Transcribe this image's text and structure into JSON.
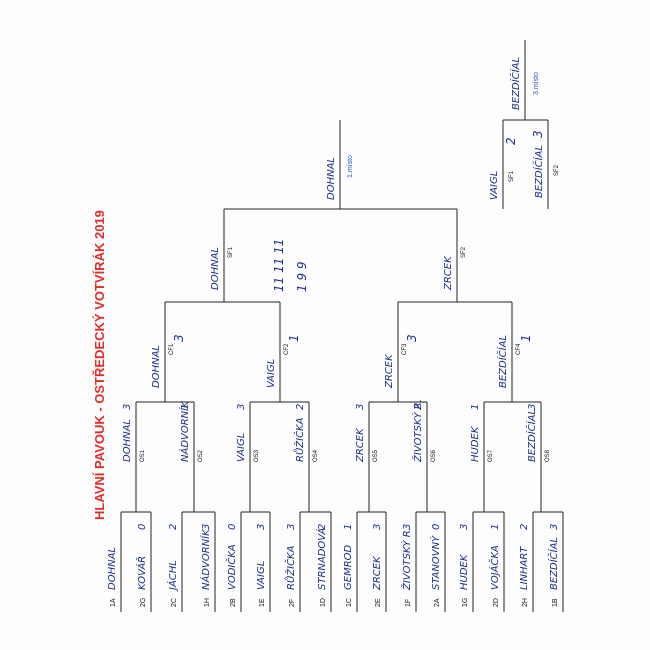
{
  "title": "HLAVNÍ PAVOUK - OSTŘEDECKÝ VOTVÍRÁK 2019",
  "colors": {
    "title": "#e52a2a",
    "place_label": "#2a56c6",
    "handwriting": "#1f2f86",
    "lines": "#222222"
  },
  "first_round": [
    {
      "seed": "1A",
      "name": "DOHNAL",
      "score": ""
    },
    {
      "seed": "2G",
      "name": "KOVÁŘ",
      "score": "0"
    },
    {
      "seed": "2C",
      "name": "JÁCHL",
      "score": "2"
    },
    {
      "seed": "1H",
      "name": "NÁDVORNÍK",
      "score": "3"
    },
    {
      "seed": "2B",
      "name": "VODIČKA",
      "score": "0"
    },
    {
      "seed": "1E",
      "name": "VAIGL",
      "score": "3"
    },
    {
      "seed": "2F",
      "name": "RŮŽIČKA",
      "score": "3"
    },
    {
      "seed": "1D",
      "name": "STRNADOVÁ",
      "score": "2"
    },
    {
      "seed": "1C",
      "name": "GEMROD",
      "score": "1"
    },
    {
      "seed": "2E",
      "name": "ZRCEK",
      "score": "3"
    },
    {
      "seed": "1F",
      "name": "ŽIVOTSKÝ R.",
      "score": "3"
    },
    {
      "seed": "2A",
      "name": "STANOVNÝ",
      "score": "0"
    },
    {
      "seed": "1G",
      "name": "HUDEK",
      "score": "3"
    },
    {
      "seed": "2D",
      "name": "VOJÁČKA",
      "score": "1"
    },
    {
      "seed": "2H",
      "name": "LINHART",
      "score": "2"
    },
    {
      "seed": "1B",
      "name": "BEZDÍČÍAL",
      "score": "3"
    }
  ],
  "octofinals": [
    {
      "code": "OS1",
      "name": "DOHNAL",
      "score": "3"
    },
    {
      "code": "OS2",
      "name": "NÁDVORNÍK",
      "score": "1"
    },
    {
      "code": "OS3",
      "name": "VAIGL",
      "score": "3"
    },
    {
      "code": "OS4",
      "name": "RŮŽIČKA",
      "score": "2"
    },
    {
      "code": "OS5",
      "name": "ZRCEK",
      "score": "3"
    },
    {
      "code": "OS6",
      "name": "ŽIVOTSKÝ R.",
      "score": "2"
    },
    {
      "code": "OS7",
      "name": "HUDEK",
      "score": "1"
    },
    {
      "code": "OS8",
      "name": "BEZDÍČÍAL",
      "score": "3"
    }
  ],
  "quarterfinals": [
    {
      "code": "CF1",
      "name": "DOHNAL",
      "score": "3"
    },
    {
      "code": "CF2",
      "name": "VAIGL",
      "score": "1"
    },
    {
      "code": "CF3",
      "name": "ZRCEK",
      "score": "3"
    },
    {
      "code": "CF4",
      "name": "BEZDÍČÍAL",
      "score": "1"
    }
  ],
  "semifinals": [
    {
      "code": "SF1",
      "name": "DOHNAL",
      "score": "11 11 11"
    },
    {
      "code": "SF2",
      "name": "ZRCEK",
      "score": "1 9 9"
    }
  ],
  "final": {
    "winner": "DOHNAL",
    "place_label": "1.místo"
  },
  "third_place": {
    "top": {
      "code": "SF1",
      "name": "VAIGL",
      "score": "2"
    },
    "bottom": {
      "code": "SF2",
      "name": "BEZDÍČÍAL",
      "score": "3"
    },
    "winner": "BEZDÍČÍAL",
    "place_label": "3.místo"
  }
}
